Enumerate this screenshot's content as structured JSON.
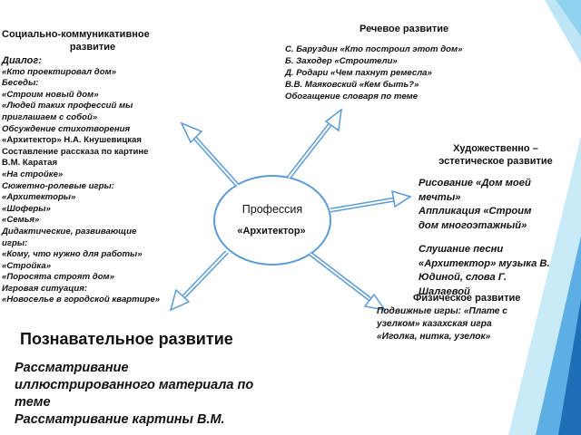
{
  "theme": {
    "accent": "#5b9bd5",
    "arrow_fill": "#ffffff",
    "deco_colors": [
      "#8fd3ef",
      "#4aa3df",
      "#1e6fb5",
      "#bfe6f6"
    ]
  },
  "center": {
    "title": "Профессия",
    "subtitle": "«Архитектор»"
  },
  "social": {
    "heading_line1": "Социально-коммуникативное",
    "heading_line2": "развитие",
    "lines": [
      {
        "text": "Диалог:",
        "style": "bi-big"
      },
      {
        "text": "«Кто проектировал дом»",
        "style": "bi"
      },
      {
        "text": "Беседы:",
        "style": "bi"
      },
      {
        "text": "«Строим новый дом»",
        "style": "bi"
      },
      {
        "text": "«Людей таких профессий мы",
        "style": "bi"
      },
      {
        "text": "приглашаем с собой»",
        "style": "bi"
      },
      {
        "text": "Обсуждение стихотворения",
        "style": "bi"
      },
      {
        "text": "«Архитектор» Н.А. Кнушевицкая",
        "style": "b"
      },
      {
        "text": "Составление рассказа по картине",
        "style": "b"
      },
      {
        "text": "В.М. Каратая",
        "style": "b"
      },
      {
        "text": "«На стройке»",
        "style": "bi"
      },
      {
        "text": "Сюжетно-ролевые игры:",
        "style": "bi"
      },
      {
        "text": "«Архитекторы»",
        "style": "bi"
      },
      {
        "text": "«Шоферы»",
        "style": "bi"
      },
      {
        "text": "«Семья»",
        "style": "bi"
      },
      {
        "text": "Дидактические, развивающие",
        "style": "bi"
      },
      {
        "text": "игры:",
        "style": "bi"
      },
      {
        "text": "«Кому, что нужно для работы»",
        "style": "bi"
      },
      {
        "text": "«Стройка»",
        "style": "bi"
      },
      {
        "text": "«Поросята строят дом»",
        "style": "bi"
      },
      {
        "text": "Игровая ситуация:",
        "style": "bi"
      },
      {
        "text": "«Новоселье в городской квартире»",
        "style": "bi"
      }
    ]
  },
  "speech": {
    "heading": "Речевое развитие",
    "lines": [
      "С. Баруздин «Кто построил этот дом»",
      "Б. Заходер «Строители»",
      "Д. Родари «Чем пахнут ремесла»",
      "В.В. Маяковский «Кем быть?»",
      "Обогащение словаря по теме"
    ]
  },
  "art": {
    "heading_line1": "Художественно –",
    "heading_line2": "эстетическое развитие",
    "drawing_lines": [
      "Рисование «Дом моей",
      "мечты»",
      "Аппликация «Строим",
      "дом многоэтажный»"
    ],
    "music_lines": [
      "Слушание песни",
      "«Архитектор» музыка В.",
      "Юдиной, слова Г.",
      "Шалаевой"
    ]
  },
  "physical": {
    "heading": "Физическое развитие",
    "lines": [
      "Подвижные игры: «Плате с",
      "узелком» казахская игра",
      "«Иголка, нитка, узелок»"
    ]
  },
  "cognitive": {
    "heading": "Познавательное развитие",
    "lines": [
      "Рассматривание",
      "иллюстрированного материала по",
      "теме",
      "Рассматривание картины В.М."
    ]
  }
}
